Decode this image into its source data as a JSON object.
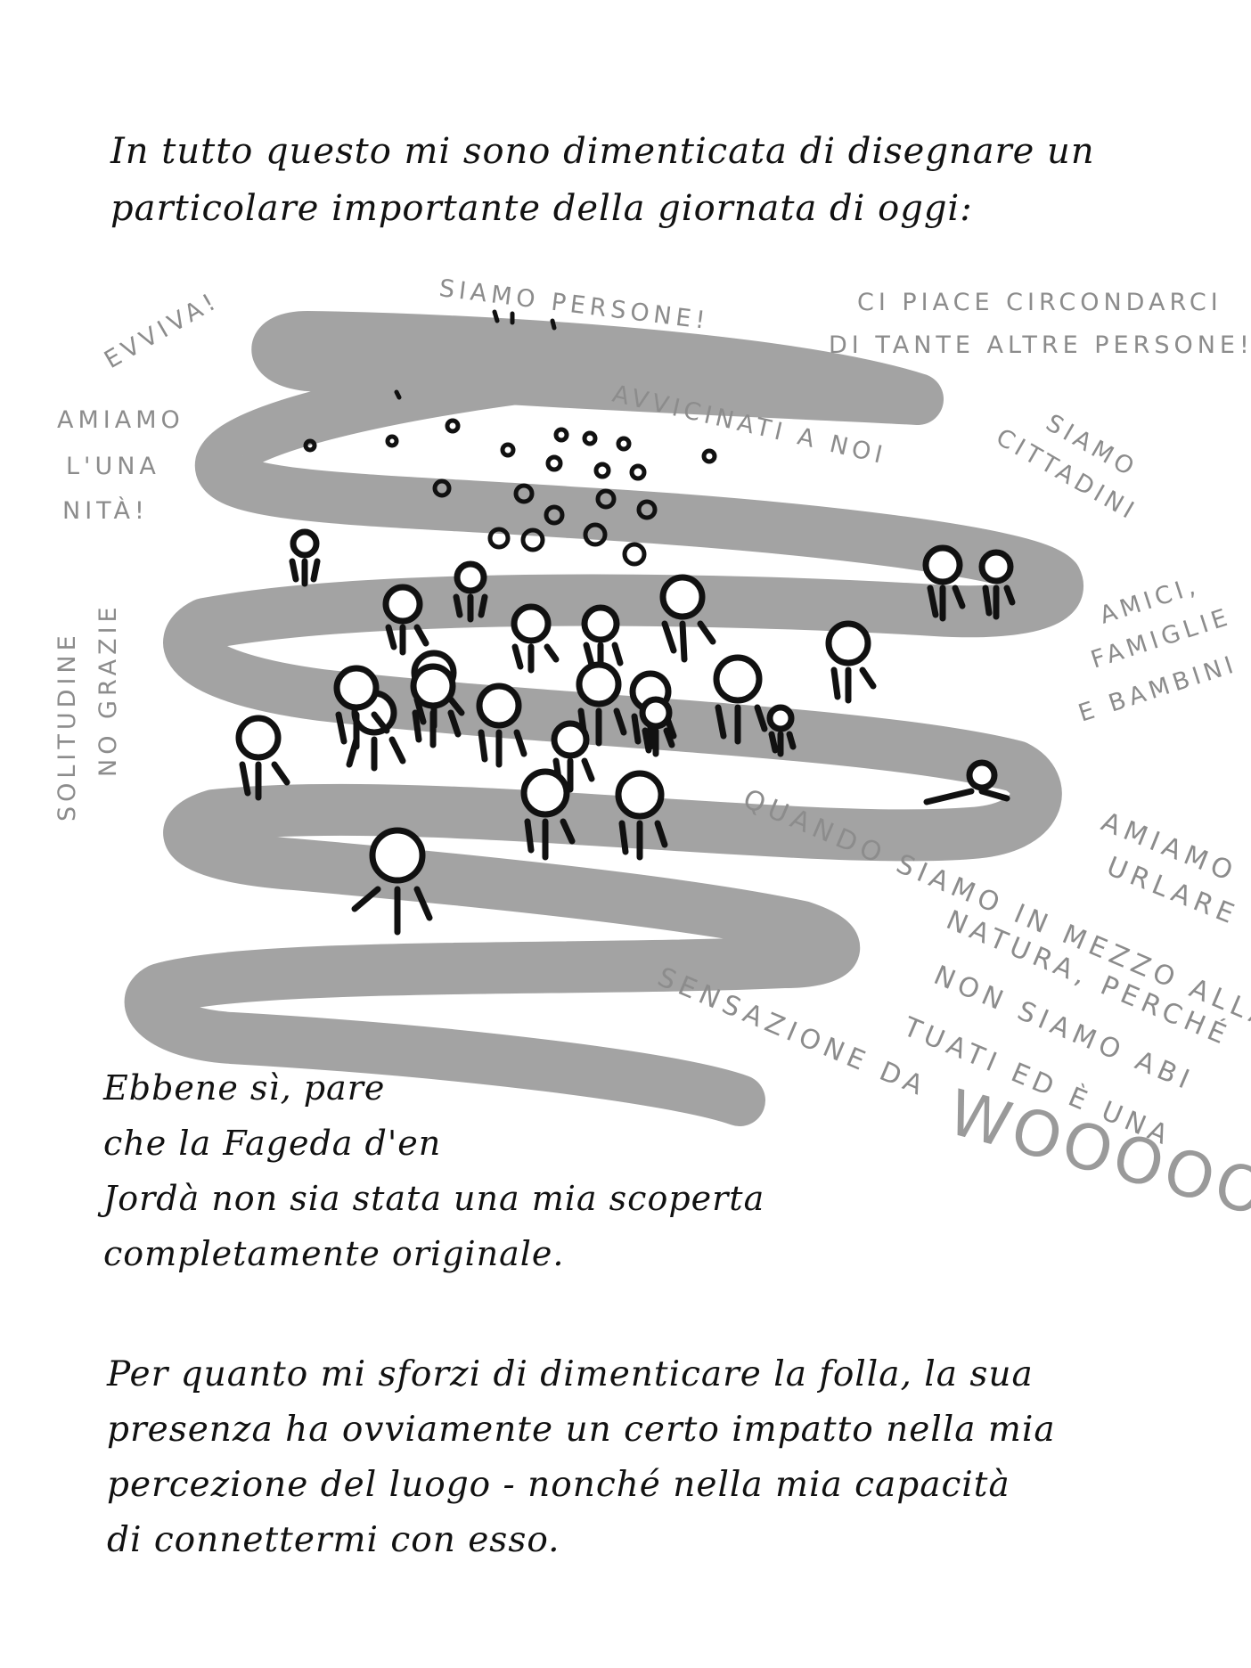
{
  "intro_text": [
    "In tutto questo mi sono dimenticata di disegnare un",
    "particolare importante della giornata di oggi:"
  ],
  "captions": {
    "evviva": "EVVIVA!",
    "siamo_persone": "SIAMO PERSONE!",
    "ci_piace_1": "CI PIACE CIRCONDARCI",
    "ci_piace_2": "DI TANTE ALTRE PERSONE!",
    "amiamo_1": "AMIAMO",
    "amiamo_2": "L'UNA",
    "amiamo_3": "NITÀ!",
    "avvicinati": "AVVICINATI A NOI",
    "siamo_cittadini_1": "SIAMO",
    "siamo_cittadini_2": "CITTADINI",
    "amici_1": "AMICI,",
    "amici_2": "FAMIGLIE",
    "amici_3": "E BAMBINI",
    "solitudine_1": "SOLITUDINE",
    "solitudine_2": "NO GRAZIE",
    "quando_1": "QUANDO SIAMO IN MEZZO ALLA",
    "quando_2": "NATURA, PERCHÉ",
    "quando_3": "NON SIAMO ABI",
    "quando_4": "TUATI ED È UNA",
    "sensazione": "SENSAZIONE DA",
    "urlare_1": "AMIAMO",
    "urlare_2": "URLARE",
    "wooo": "WOOOOOOOC"
  },
  "middle_text": [
    "Ebbene sì, pare",
    "che la Fageda d'en",
    "Jordà non sia stata una mia scoperta",
    "completamente originale."
  ],
  "bottom_text": [
    "Per quanto mi sforzi di dimenticare la folla, la sua",
    "presenza ha ovviamente un certo impatto nella mia",
    "percezione del luogo - nonché nella mia capacità",
    "di connettermi con esso."
  ],
  "colors": {
    "scribble": "#a3a3a3",
    "caption": "#8c8c8c",
    "ink": "#111111",
    "background": "#ffffff"
  }
}
